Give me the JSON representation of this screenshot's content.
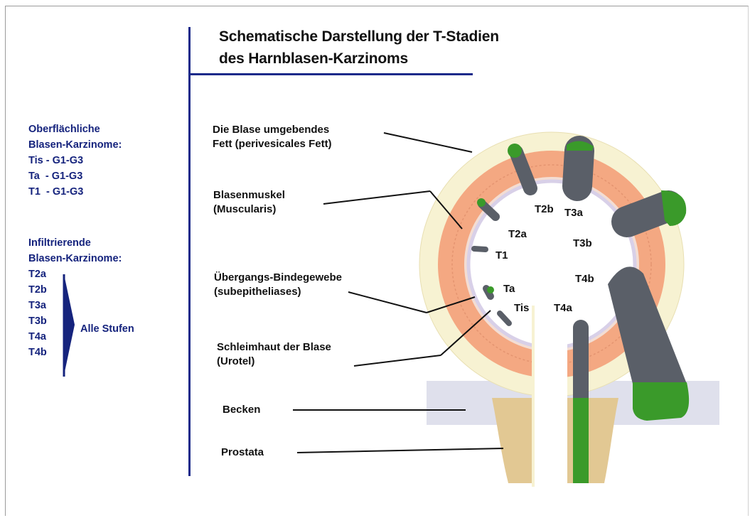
{
  "title": {
    "line1": "Schematische Darstellung der T-Stadien",
    "line2": "des Harnblasen-Karzinoms"
  },
  "legend": {
    "superficial_heading": [
      "Oberflächliche",
      "Blasen-Karzinome:"
    ],
    "superficial_items": [
      "Tis - G1-G3",
      "Ta  - G1-G3",
      "T1  - G1-G3"
    ],
    "infiltrating_heading": [
      "Infiltrierende",
      "Blasen-Karzinome:"
    ],
    "infiltrating_items": [
      "T2a",
      "T2b",
      "T3a",
      "T3b",
      "T4a",
      "T4b"
    ],
    "group_label": "Alle Stufen"
  },
  "labels": {
    "fat": [
      "Die Blase umgebendes",
      "Fett (perivesicales Fett)"
    ],
    "muscle": [
      "Blasenmuskel",
      "(Muscularis)"
    ],
    "connective": [
      "Übergangs-Bindegewebe",
      "(subepitheliases)"
    ],
    "mucosa": [
      "Schleimhaut der Blase",
      "(Urotel)"
    ],
    "pelvis": "Becken",
    "prostate": "Prostata"
  },
  "stages": {
    "t2b": "T2b",
    "t3a": "T3a",
    "t2a": "T2a",
    "t3b": "T3b",
    "t1": "T1",
    "t4b": "T4b",
    "ta": "Ta",
    "tis": "Tis",
    "t4a": "T4a"
  },
  "colors": {
    "accent_blue": "#15237d",
    "fat": "#f6f1cf",
    "muscle": "#f4a882",
    "tumor": "#5a5f68",
    "tumor_tip": "#3a9a2a",
    "pelvis": "#dfe0ec",
    "prostate": "#e2c893"
  }
}
